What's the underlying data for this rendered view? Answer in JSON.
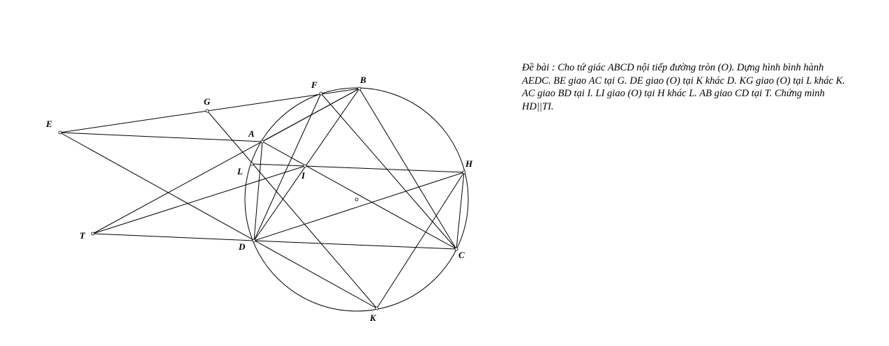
{
  "problem": {
    "text": "Đề bài : Cho tứ giác ABCD nội tiếp đường tròn (O). Dựng hình bình hành AEDC. BE giao AC tại G. DE giao (O) tại K khác D. KG giao (O) tại L khác K. AC giao BD tại I. LI giao (O) tại H khác L. AB giao CD tại T. Chứng minh HD||TI."
  },
  "figure": {
    "labels": {
      "A": "A",
      "B": "B",
      "C": "C",
      "D": "D",
      "E": "E",
      "F": "F",
      "G": "G",
      "H": "H",
      "I": "I",
      "K": "K",
      "L": "L",
      "T": "T"
    }
  }
}
